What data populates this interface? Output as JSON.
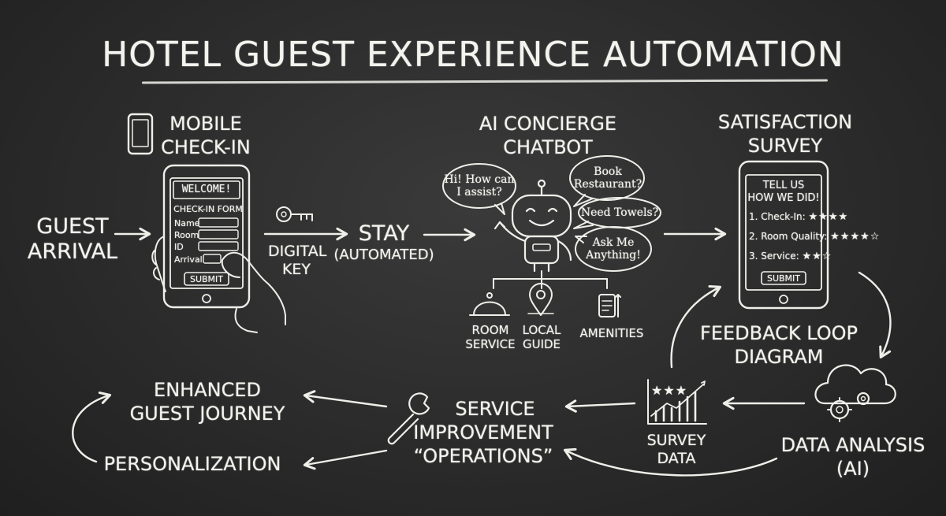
{
  "title": "HOTEL GUEST EXPERIENCE AUTOMATION",
  "guest_arrival": {
    "line1": "GUEST",
    "line2": "ARRIVAL"
  },
  "mobile_checkin": {
    "title_line1": "MOBILE",
    "title_line2": "CHECK-IN",
    "welcome": "WELCOME!",
    "form_title": "CHECK-IN FORM",
    "fields": [
      "Name",
      "Room",
      "ID",
      "Arrival"
    ],
    "submit": "SUBMIT"
  },
  "digital_key": {
    "line1": "DIGITAL",
    "line2": "KEY"
  },
  "stay": {
    "line1": "STAY",
    "line2": "(AUTOMATED)"
  },
  "chatbot": {
    "title_line1": "AI CONCIERGE",
    "title_line2": "CHATBOT",
    "bubble_hello_1": "Hi! How can",
    "bubble_hello_2": "I assist?",
    "bubble_book_1": "Book",
    "bubble_book_2": "Restaurant?",
    "bubble_towels": "Need Towels?",
    "bubble_ask_1": "Ask Me",
    "bubble_ask_2": "Anything!",
    "services": [
      {
        "line1": "ROOM",
        "line2": "SERVICE",
        "icon": "cloche-icon"
      },
      {
        "line1": "LOCAL",
        "line2": "GUIDE",
        "icon": "map-pin-icon"
      },
      {
        "line1": "AMENITIES",
        "line2": "",
        "icon": "amenities-icon"
      }
    ]
  },
  "survey": {
    "title_line1": "SATISFACTION",
    "title_line2": "SURVEY",
    "header_1": "TELL US",
    "header_2": "HOW WE DID!",
    "items": [
      {
        "label": "1. Check-In:",
        "stars": "★★★★"
      },
      {
        "label": "2. Room Quality:",
        "stars": "★★★★☆"
      },
      {
        "label": "3. Service:",
        "stars": "★★☆"
      }
    ],
    "submit": "SUBMIT"
  },
  "feedback_loop": {
    "line1": "FEEDBACK LOOP",
    "line2": "DIAGRAM"
  },
  "data_analysis": {
    "line1": "DATA ANALYSIS",
    "line2": "(AI)"
  },
  "survey_data": {
    "line1": "SURVEY",
    "line2": "DATA"
  },
  "service_improvement": {
    "line1": "SERVICE",
    "line2": "IMPROVEMENT",
    "line3": "“OPERATIONS”"
  },
  "enhanced_journey": {
    "line1": "ENHANCED",
    "line2": "GUEST JOURNEY"
  },
  "personalization": "PERSONALIZATION"
}
